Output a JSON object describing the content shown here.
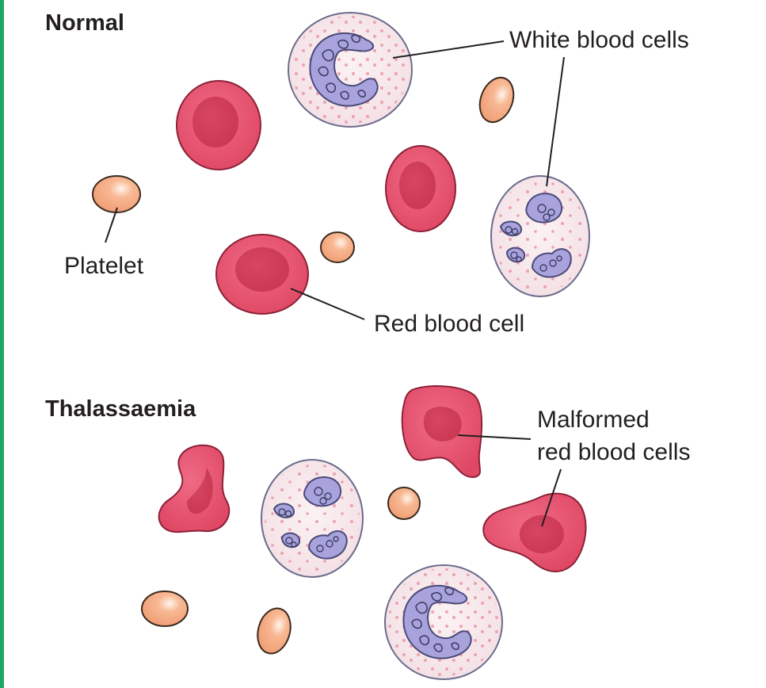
{
  "sections": {
    "normal": {
      "heading": "Normal",
      "labels": {
        "white_blood_cells": "White blood cells",
        "platelet": "Platelet",
        "red_blood_cell": "Red blood cell"
      }
    },
    "thalassaemia": {
      "heading": "Thalassaemia",
      "labels": {
        "malformed_line1": "Malformed",
        "malformed_line2": "red blood cells"
      }
    }
  },
  "colors": {
    "border": "#1fa865",
    "red_cell": "#e3506b",
    "red_cell_center": "#c93752",
    "wbc_cytoplasm": "#f8ebee",
    "wbc_nucleus": "#a8a3dc",
    "platelet": "#f4a77e"
  }
}
